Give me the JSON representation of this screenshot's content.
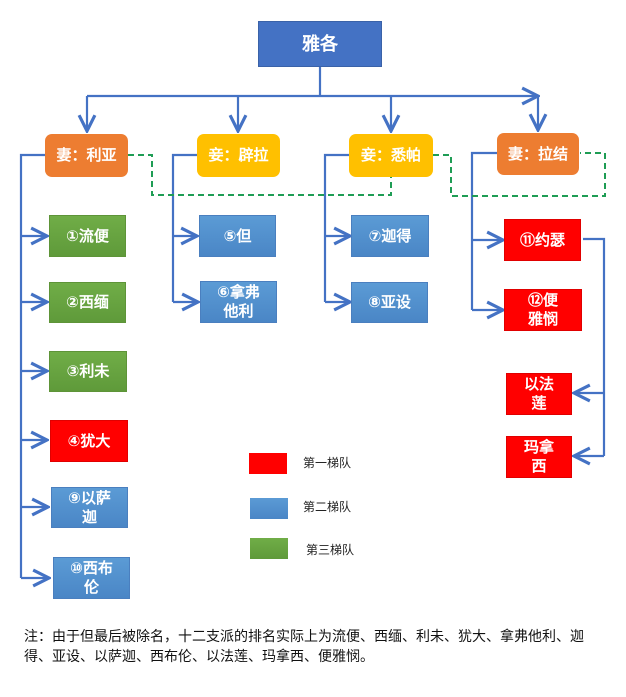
{
  "root": {
    "label": "雅各"
  },
  "mothers": [
    {
      "label": "妻：利亚",
      "role": "wife",
      "color": "#ed7d31"
    },
    {
      "label": "妾：辟拉",
      "role": "concubine",
      "color": "#ffc000"
    },
    {
      "label": "妾：悉帕",
      "role": "concubine",
      "color": "#ffc000"
    },
    {
      "label": "妻：拉结",
      "role": "wife",
      "color": "#ed7d31"
    }
  ],
  "children": {
    "leah": [
      {
        "label": "①流便",
        "tier": 3
      },
      {
        "label": "②西缅",
        "tier": 3
      },
      {
        "label": "③利未",
        "tier": 3
      },
      {
        "label": "④犹大",
        "tier": 1
      },
      {
        "label": "⑨以萨迦",
        "tier": 2
      },
      {
        "label": "⑩西布伦",
        "tier": 2
      }
    ],
    "bilhah": [
      {
        "label": "⑤但",
        "tier": 2
      },
      {
        "label": "⑥拿弗他利",
        "tier": 2
      }
    ],
    "zilpah": [
      {
        "label": "⑦迦得",
        "tier": 2
      },
      {
        "label": "⑧亚设",
        "tier": 2
      }
    ],
    "rachel": [
      {
        "label": "⑪约瑟",
        "tier": 1
      },
      {
        "label": "⑫便雅悯",
        "tier": 1
      }
    ],
    "joseph": [
      {
        "label": "以法莲",
        "tier": 1
      },
      {
        "label": "玛拿西",
        "tier": 1
      }
    ]
  },
  "legend": [
    {
      "label": "第一梯队",
      "color": "#ff0000"
    },
    {
      "label": "第二梯队",
      "color": "#5b9bd5"
    },
    {
      "label": "第三梯队",
      "color": "#70ad47"
    }
  ],
  "colors": {
    "connector": "#4472c4",
    "dashed": "#1f9d55",
    "root": "#4472c4"
  },
  "note": "注：由于但最后被除名，十二支派的排名实际上为流便、西缅、利未、犹大、拿弗他利、迦得、亚设、以萨迦、西布伦、以法莲、玛拿西、便雅悯。"
}
